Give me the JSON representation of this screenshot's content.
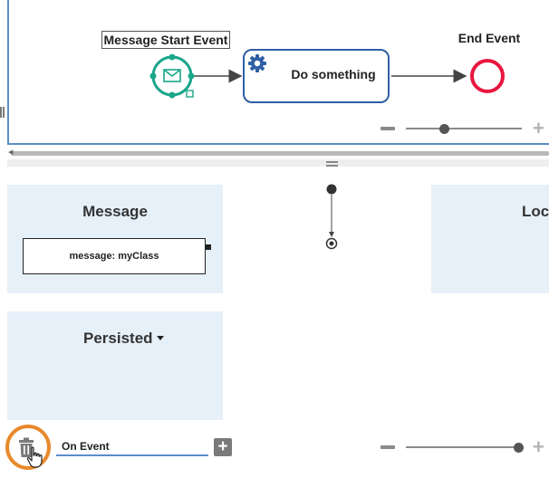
{
  "diagram": {
    "start_event": {
      "label": "Message Start Event",
      "icon": "envelope-icon"
    },
    "task": {
      "label": "Do something",
      "icon": "gear-icon"
    },
    "end_event": {
      "label": "End Event"
    },
    "colors": {
      "start_event": "#1aa78b",
      "task_border": "#2f5fa5",
      "end_event": "#e8173f",
      "flow": "#444444",
      "pane_border": "#5b8dc9"
    },
    "zoom": {
      "level": 0.33
    }
  },
  "panels": {
    "message": {
      "title": "Message",
      "field": "message: myClass"
    },
    "local": {
      "title": "Loc"
    },
    "persisted": {
      "title": "Persisted",
      "icon": "caret-down-icon"
    },
    "colors": {
      "panel_bg": "#e6f0f9"
    }
  },
  "bottom_bar": {
    "event_name": "On Event",
    "delete_icon": "trash-icon",
    "add_icon": "plus-icon",
    "highlight_color": "#e8892b",
    "zoom": {
      "level": 0.97
    }
  }
}
